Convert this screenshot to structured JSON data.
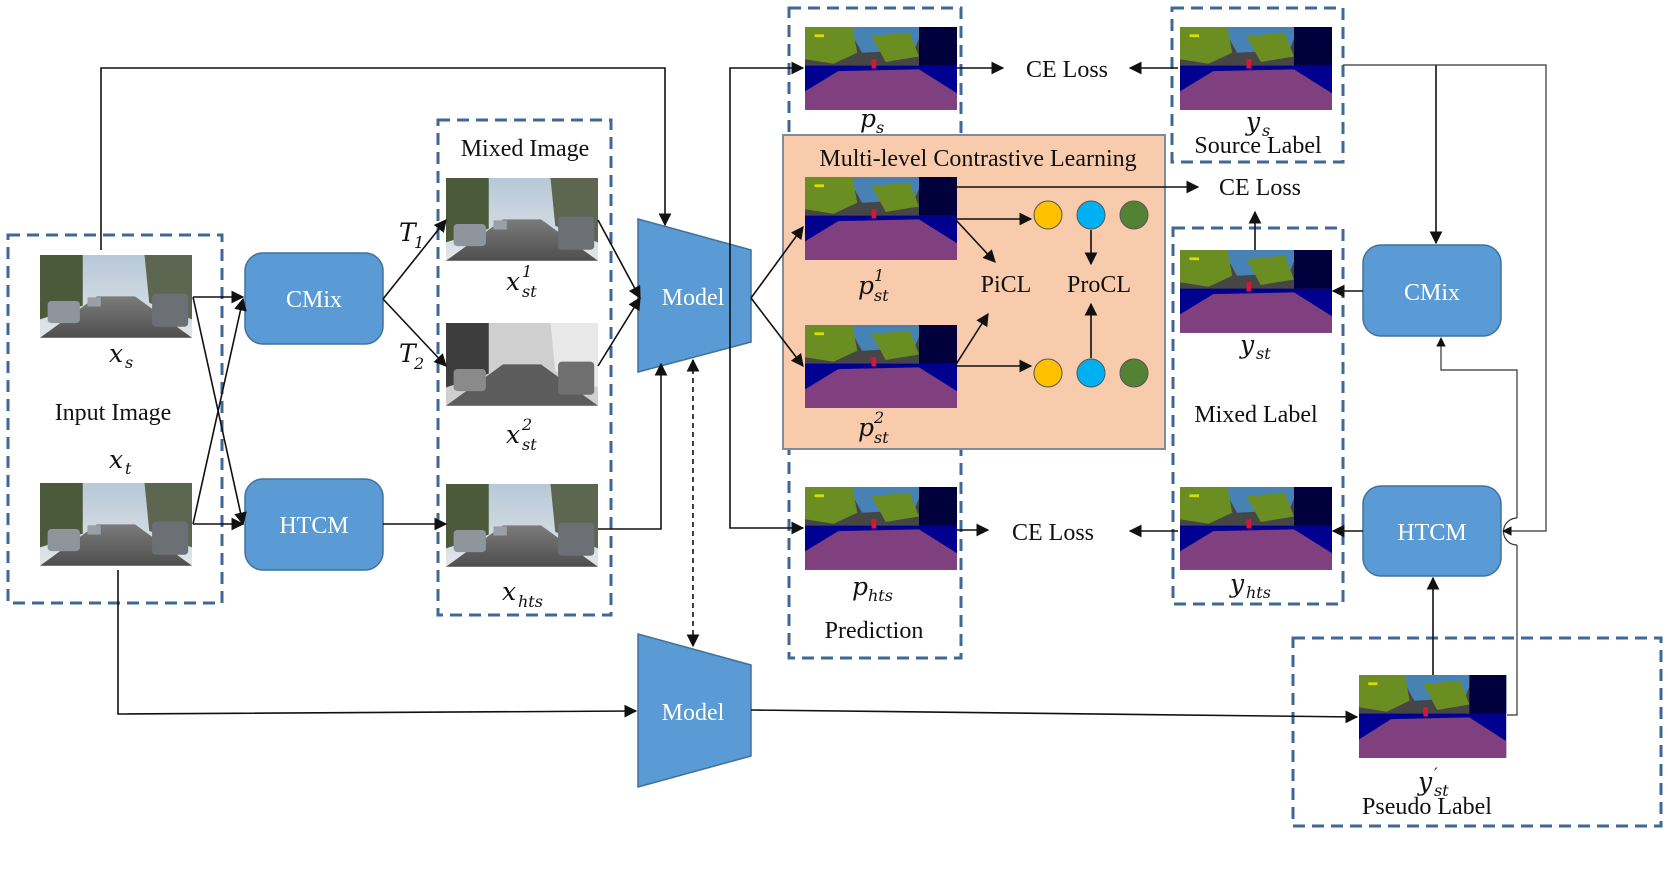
{
  "labels": {
    "input_image": "Input Image",
    "mixed_image": "Mixed Image",
    "cmix": "CMix",
    "htcm": "HTCM",
    "model": "Model",
    "ce_loss": "CE Loss",
    "mcl": "Multi-level Contrastive Learning",
    "picl": "PiCL",
    "procl": "ProCL",
    "source_label": "Source Label",
    "mixed_label": "Mixed Label",
    "prediction": "Prediction",
    "pseudo_label": "Pseudo Label"
  },
  "math": {
    "x": "x",
    "y": "y",
    "p": "p",
    "T": "T",
    "s": "s",
    "t": "t",
    "st": "st",
    "hts": "hts",
    "one": "1",
    "two": "2",
    "prime": "′"
  },
  "colors": {
    "node_fill": "#5b9bd5",
    "dash_stroke": "#3f6896",
    "mcl_fill": "#f8cbad",
    "circle_yellow": "#ffc000",
    "circle_blue": "#00b0f0",
    "circle_green": "#548235",
    "seg_road": "#804080",
    "seg_car": "#000090",
    "seg_veg": "#6b8e23",
    "seg_sky": "#4682b4",
    "seg_building": "#464646",
    "seg_sidewalk": "#f45ff0"
  }
}
